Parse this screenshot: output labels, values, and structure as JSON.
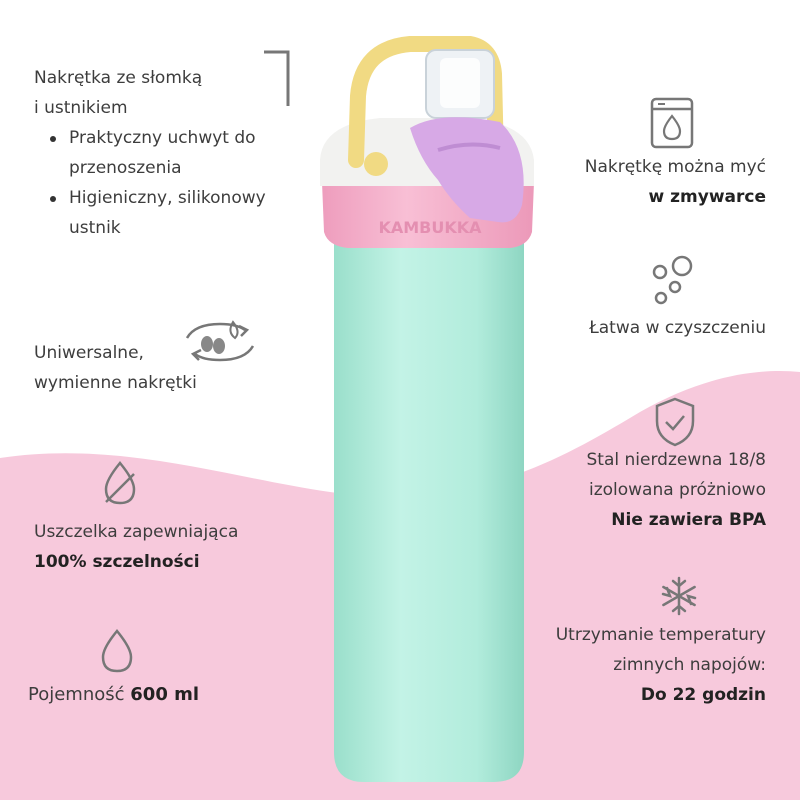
{
  "colors": {
    "background_pink": "#f7c9dc",
    "bottle_body": "#b6eedf",
    "bottle_pink_band": "#f4a9c6",
    "lid_purple": "#d4a7e3",
    "handle_yellow": "#f3dd86",
    "icon_gray": "#7b7b7b"
  },
  "brand_on_band": "KAMBUKKA",
  "features": {
    "straw_lid": {
      "title_line1": "Nakrętka ze słomką",
      "title_line2": "i ustnikiem",
      "bullets": [
        {
          "line1": "Praktyczny uchwyt do",
          "line2": "przenoszenia"
        },
        {
          "line1": "Higieniczny, silikonowy",
          "line2": "ustnik"
        }
      ]
    },
    "universal_lids": {
      "line1": "Uniwersalne,",
      "line2": "wymienne nakrętki",
      "icon": "swap-lids-icon"
    },
    "seal": {
      "line1": "Uszczelka zapewniająca",
      "line2_bold": "100% szczelności",
      "icon": "drop-crossed-icon"
    },
    "capacity": {
      "label": "Pojemność",
      "value_bold": "600 ml",
      "icon": "drop-icon"
    },
    "dishwasher": {
      "line1": "Nakrętkę można myć",
      "line2_bold": "w zmywarce",
      "icon": "dishwasher-icon"
    },
    "easy_clean": {
      "line1": "Łatwa w czyszczeniu",
      "icon": "bubbles-icon"
    },
    "steel": {
      "line1": "Stal nierdzewna 18/8",
      "line2": "izolowana próżniowo",
      "line3_bold": "Nie zawiera BPA",
      "icon": "shield-check-icon"
    },
    "cold": {
      "line1": "Utrzymanie temperatury",
      "line2": "zimnych napojów:",
      "line3_bold": "Do 22 godzin",
      "icon": "snowflake-icon"
    }
  }
}
